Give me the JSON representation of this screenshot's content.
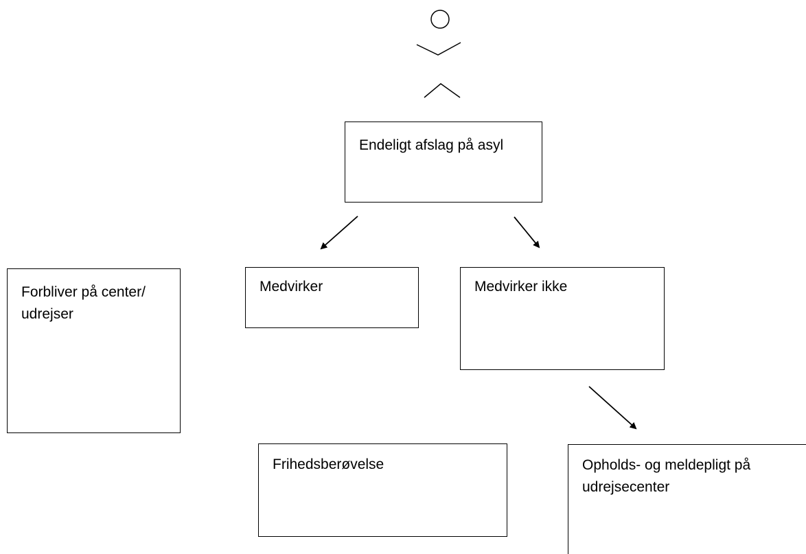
{
  "diagram": {
    "nodes": [
      {
        "id": "endeligt",
        "text": "Endeligt afslag på asyl"
      },
      {
        "id": "forbliver",
        "text": "Forbliver på center/ udrejser"
      },
      {
        "id": "medvirker",
        "text": "Medvirker"
      },
      {
        "id": "medvirker_ikke",
        "text": "Medvirker ikke"
      },
      {
        "id": "frihed",
        "text": "Frihedsberøvelse"
      },
      {
        "id": "opholds",
        "text": "Opholds- og meldepligt på udrejsecenter"
      }
    ],
    "edges": [
      {
        "from": "endeligt",
        "to": "medvirker"
      },
      {
        "from": "endeligt",
        "to": "medvirker_ikke"
      },
      {
        "from": "medvirker_ikke",
        "to": "opholds"
      }
    ],
    "style": {
      "stroke_color": "#000000",
      "background": "#ffffff"
    },
    "icons": [
      "stick-figure-icon"
    ]
  }
}
